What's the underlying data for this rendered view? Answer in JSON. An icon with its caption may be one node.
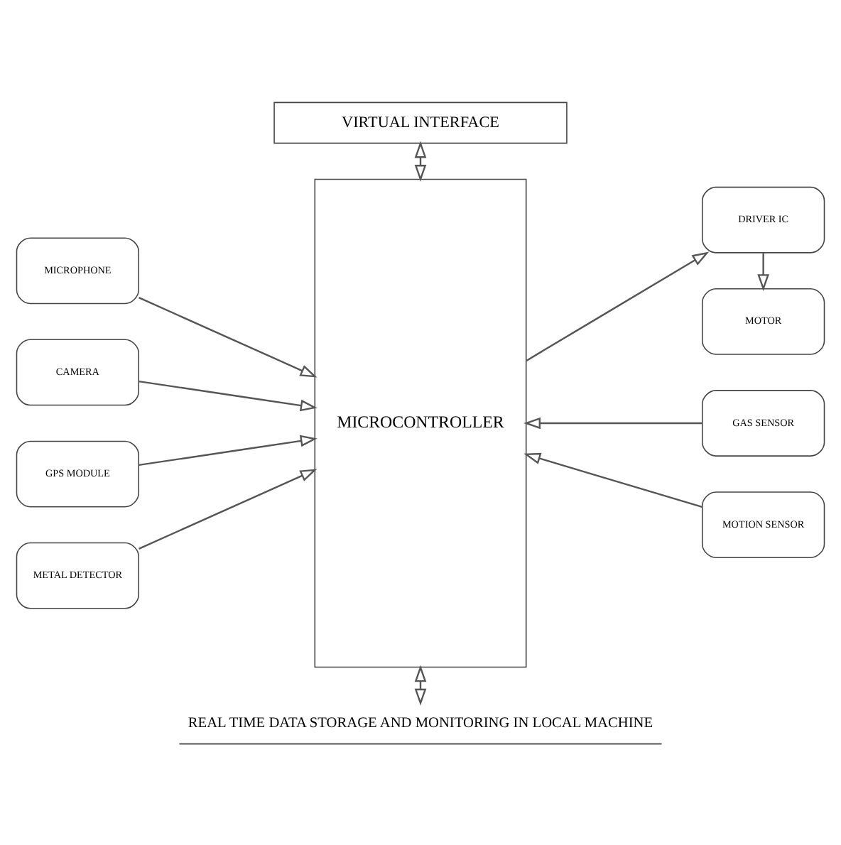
{
  "diagram": {
    "nodes": [
      {
        "text": [
          "VIRTUAL INTERFACE"
        ]
      },
      {
        "text": [
          "MICROPHONE"
        ]
      },
      {
        "text": [
          "CAMERA"
        ]
      },
      {
        "text": [
          "GPS MODULE"
        ]
      },
      {
        "text": [
          "METAL DETECTOR"
        ]
      },
      {
        "text": [
          "MICROCONTROLLER"
        ]
      },
      {
        "text": [
          "DRIVER IC"
        ]
      },
      {
        "text": [
          "MOTOR"
        ]
      },
      {
        "text": [
          "GAS SENSOR"
        ]
      },
      {
        "text": [
          "MOTION SENSOR"
        ]
      },
      {
        "text": [
          "REAL TIME DATA STORAGE AND MONITORING IN LOCAL MACHINE"
        ]
      }
    ],
    "edges": [
      {
        "from": 0,
        "to": 5,
        "arrow": "both"
      },
      {
        "from": 1,
        "to": 5,
        "arrow": "to"
      },
      {
        "from": 2,
        "to": 5,
        "arrow": "to"
      },
      {
        "from": 3,
        "to": 5,
        "arrow": "to"
      },
      {
        "from": 4,
        "to": 5,
        "arrow": "to"
      },
      {
        "from": 5,
        "to": 6,
        "arrow": "to"
      },
      {
        "from": 6,
        "to": 7,
        "arrow": "to"
      },
      {
        "from": 8,
        "to": 5,
        "arrow": "to"
      },
      {
        "from": 9,
        "to": 5,
        "arrow": "to"
      },
      {
        "from": 5,
        "to": 10,
        "arrow": "both"
      }
    ]
  }
}
